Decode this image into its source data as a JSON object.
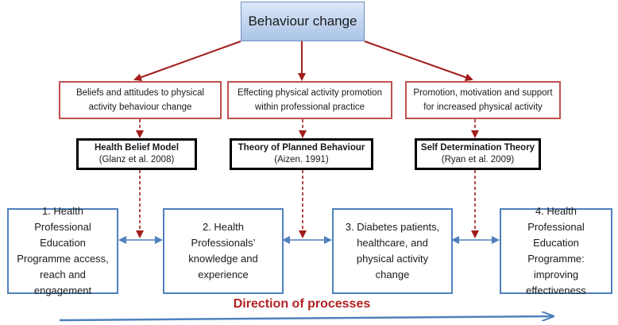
{
  "top": {
    "label": "Behaviour change"
  },
  "themes": [
    {
      "label": "Beliefs and attitudes to physical activity behaviour change"
    },
    {
      "label": "Effecting physical activity promotion within professional practice"
    },
    {
      "label": "Promotion, motivation and support for increased physical activity"
    }
  ],
  "theories": [
    {
      "name": "Health Belief Model",
      "citation": "(Glanz et al. 2008)"
    },
    {
      "name": "Theory of Planned Behaviour",
      "citation": "(Aizen. 1991)"
    },
    {
      "name": "Self Determination Theory",
      "citation": "(Ryan et al. 2009)"
    }
  ],
  "processes": [
    {
      "label": "1. Health Professional Education Programme access, reach and engagement"
    },
    {
      "label": "2. Health Professionals’ knowledge and experience"
    },
    {
      "label": "3. Diabetes patients, healthcare, and physical activity change"
    },
    {
      "label": "4. Health Professional Education Programme: improving effectiveness"
    }
  ],
  "direction": {
    "label": "Direction of processes"
  },
  "colors": {
    "red_arrow": "#a31d1d",
    "red_border": "#c0504d",
    "blue": "#4f81bd",
    "top_fill": "#b8cfee"
  }
}
